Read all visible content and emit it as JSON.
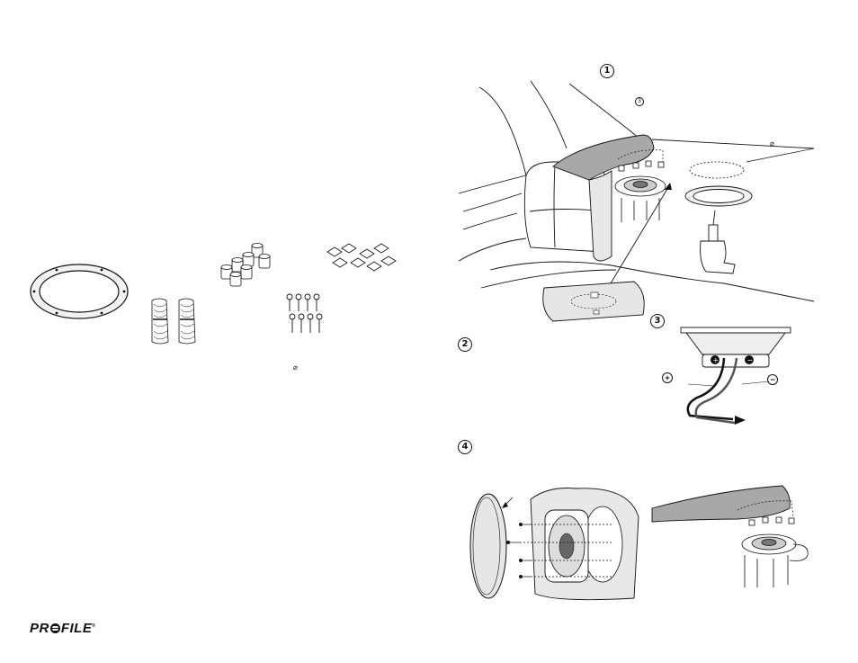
{
  "steps": {
    "step1": "1",
    "step2": "2",
    "step3": "3",
    "step4": "4",
    "step3_small": "3"
  },
  "symbols": {
    "diameter": "⌀",
    "diameter_small": "⌀",
    "plus": "+",
    "minus": "−"
  },
  "brand": {
    "logo_text": "PR FILE",
    "logo_mark": "®"
  },
  "icons": [
    "mounting-ring-icon",
    "wire-bundle-icon",
    "spacer-nut-icon",
    "clip-icon",
    "screw-icon",
    "drill-icon",
    "speaker-icon",
    "grille-icon"
  ]
}
